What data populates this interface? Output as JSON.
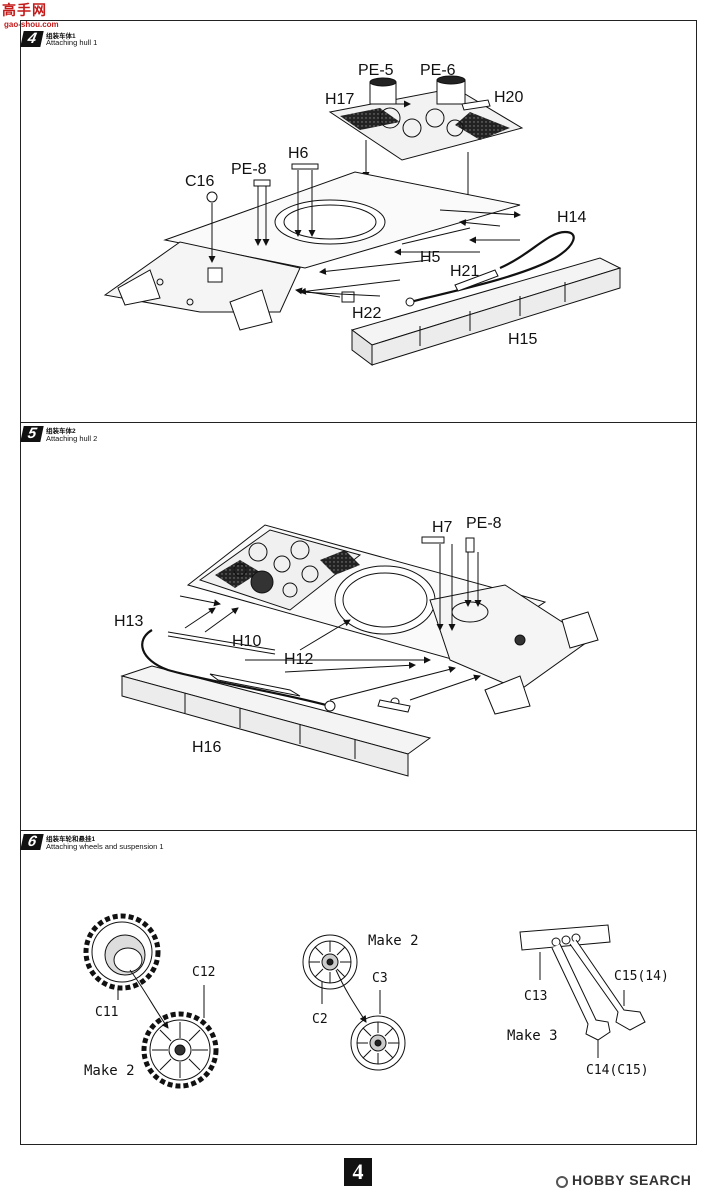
{
  "watermark": {
    "logo_text": "高手网",
    "logo_sub": "gao-shou.com"
  },
  "steps": [
    {
      "number": "4",
      "title_cn": "组装车体1",
      "title_en": "Attaching hull 1"
    },
    {
      "number": "5",
      "title_cn": "组装车体2",
      "title_en": "Attaching hull 2"
    },
    {
      "number": "6",
      "title_cn": "组装车轮和悬挂1",
      "title_en": "Attaching wheels and suspension 1"
    }
  ],
  "step4_labels": {
    "pe5": "PE-5",
    "pe6": "PE-6",
    "h17": "H17",
    "h20": "H20",
    "h6": "H6",
    "pe8": "PE-8",
    "c16": "C16",
    "h14": "H14",
    "h5": "H5",
    "h21": "H21",
    "h22": "H22",
    "h15": "H15"
  },
  "step5_labels": {
    "h7": "H7",
    "pe8": "PE-8",
    "h13": "H13",
    "h10": "H10",
    "h12": "H12",
    "h16": "H16"
  },
  "step6_labels": {
    "c11": "C11",
    "c12": "C12",
    "make2a": "Make 2",
    "make2b": "Make 2",
    "c2": "C2",
    "c3": "C3",
    "c13": "C13",
    "c15": "C15(14)",
    "make3": "Make 3",
    "c14": "C14(C15)"
  },
  "page_number": "4",
  "footer_brand": "HOBBY SEARCH"
}
